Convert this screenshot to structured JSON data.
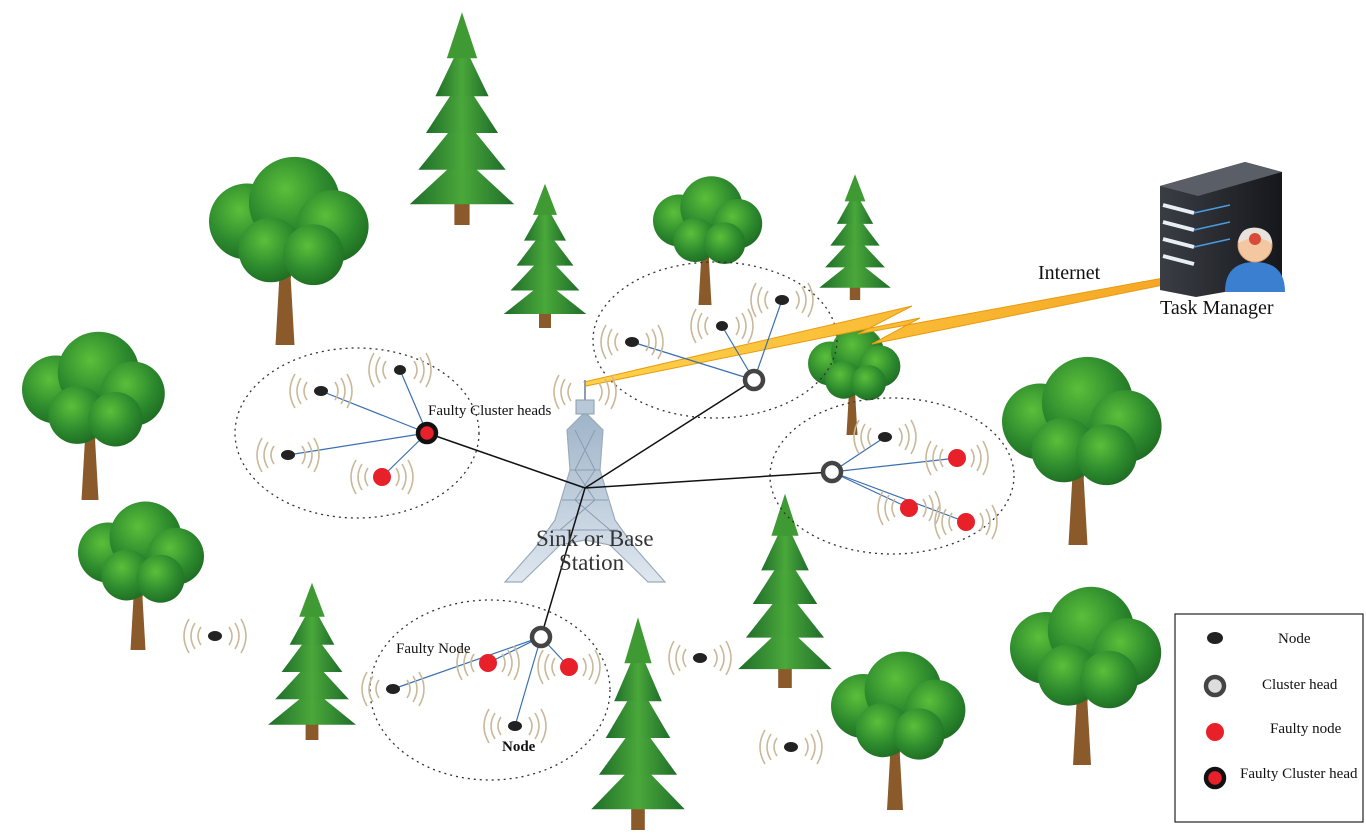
{
  "labels": {
    "internet": "Internet",
    "task_manager": "Task Manager",
    "sink_line1": "Sink or Base",
    "sink_line2": "Station",
    "faulty_cluster_heads": "Faulty Cluster heads",
    "faulty_node": "Faulty Node",
    "node": "Node"
  },
  "legend": {
    "node": "Node",
    "cluster_head": "Cluster head",
    "faulty_node": "Faulty node",
    "faulty_cluster_head": "Faulty Cluster head"
  },
  "icons": {
    "sink": "transmission-tower-icon",
    "task_manager": "server-with-user-icon",
    "link": "lightning-bolt-icon",
    "scenery": "tree-icon"
  },
  "colors": {
    "node": "#222222",
    "cluster_head_ring": "#444444",
    "faulty": "#e8202a",
    "cluster_edge": "#3a6fb0",
    "backbone": "#111111",
    "lightning": "#f5a623",
    "tree_green": "#2e8b2e",
    "trunk": "#8a5a2b"
  }
}
